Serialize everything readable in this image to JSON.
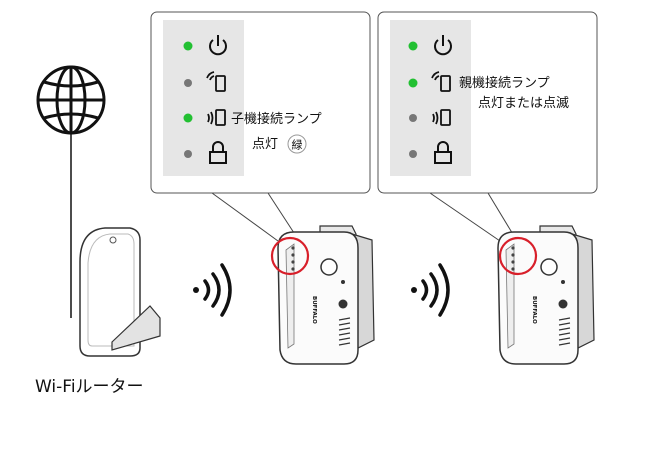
{
  "router": {
    "label": "Wi-Fiルーター"
  },
  "panel_left": {
    "leds": [
      "green",
      "gray",
      "green",
      "gray"
    ],
    "label_line1": "子機接続ランプ",
    "label_line2": "点灯",
    "color_badge": "緑"
  },
  "panel_right": {
    "leds": [
      "green",
      "green",
      "gray",
      "gray"
    ],
    "label_line1": "親機接続ランプ",
    "label_line2": "点灯または点滅"
  },
  "extender": {
    "brand": "BUFFALO"
  },
  "colors": {
    "led_on": "#22c032",
    "led_off": "#777777",
    "panel_bg": "#e6e6e6",
    "highlight": "#d81f2a"
  }
}
